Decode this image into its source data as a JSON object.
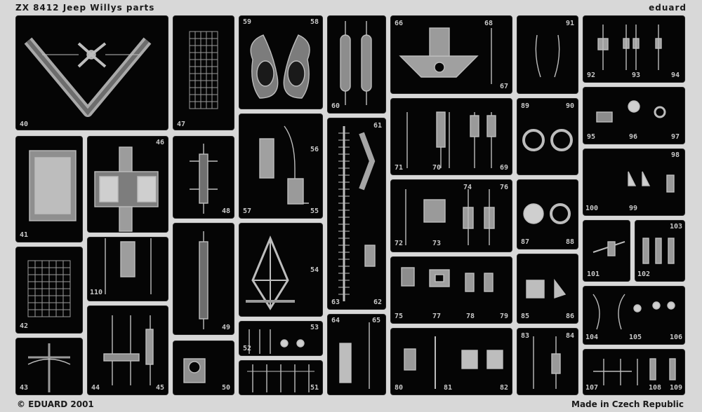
{
  "header": {
    "left": "ZX 8412  Jeep Willys  parts",
    "right": "eduard"
  },
  "footer": {
    "left": "© EDUARD 2001",
    "right": "Made in Czech Republic"
  },
  "part_numbers": [
    "40",
    "41",
    "42",
    "43",
    "44",
    "45",
    "46",
    "47",
    "48",
    "49",
    "50",
    "51",
    "52",
    "53",
    "54",
    "55",
    "56",
    "57",
    "58",
    "59",
    "60",
    "61",
    "62",
    "63",
    "64",
    "65",
    "66",
    "67",
    "68",
    "69",
    "70",
    "71",
    "72",
    "73",
    "74",
    "75",
    "76",
    "77",
    "78",
    "79",
    "80",
    "81",
    "82",
    "83",
    "84",
    "85",
    "86",
    "87",
    "88",
    "89",
    "90",
    "91",
    "92",
    "93",
    "94",
    "95",
    "96",
    "97",
    "98",
    "99",
    "100",
    "101",
    "102",
    "103",
    "104",
    "105",
    "106",
    "107",
    "108",
    "109",
    "110"
  ]
}
